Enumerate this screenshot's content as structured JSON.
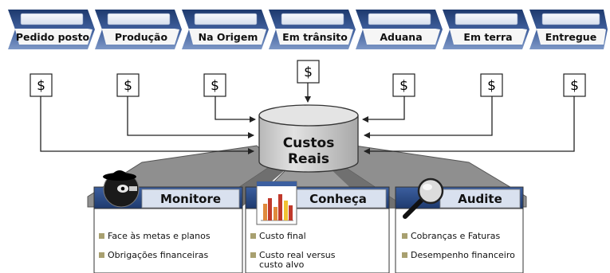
{
  "stages": [
    {
      "label": "Pedido posto"
    },
    {
      "label": "Produção"
    },
    {
      "label": "Na Origem"
    },
    {
      "label": "Em trânsito"
    },
    {
      "label": "Aduana"
    },
    {
      "label": "Em terra"
    },
    {
      "label": "Entregue"
    }
  ],
  "cost_symbol": "$",
  "hub": {
    "line1": "Custos",
    "line2": "Reais"
  },
  "panels": [
    {
      "title": "Monitore",
      "icon": "spy-icon",
      "bullets": [
        [
          "Face às metas e planos"
        ],
        [
          "Obrigações financeiras"
        ]
      ]
    },
    {
      "title": "Conheça",
      "icon": "report-chart-icon",
      "bullets": [
        [
          "Custo final"
        ],
        [
          "Custo real versus",
          "custo alvo"
        ]
      ]
    },
    {
      "title": "Audite",
      "icon": "magnifier-icon",
      "bullets": [
        [
          "Cobranças e Faturas"
        ],
        [
          "Desempenho financeiro"
        ]
      ]
    }
  ],
  "colors": {
    "chevron_top": "#1e3a6e",
    "chevron_bottom": "#7d97c6",
    "chevron_face": "#f4f4f4",
    "tab_face": "#dfe7f4",
    "hub_fill": "#d2d2d2",
    "slab_fill": "#8c8c8c",
    "bullet": "#a8a070"
  }
}
